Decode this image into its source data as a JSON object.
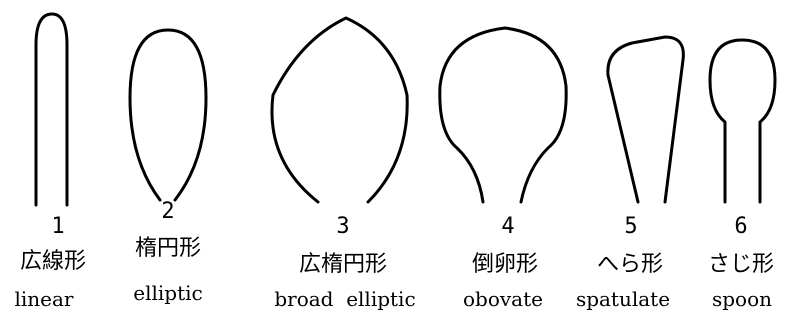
{
  "shapes": [
    {
      "number": "1",
      "japanese": "広線形",
      "english": "linear"
    },
    {
      "number": "2",
      "japanese": "楕円形",
      "english": "elliptic"
    },
    {
      "number": "3",
      "japanese": "広楕円形",
      "english": "broad  elliptic"
    },
    {
      "number": "4",
      "japanese": "倒卵形",
      "english": "obovate"
    },
    {
      "number": "5",
      "japanese": "へら形",
      "english": "spatulate"
    },
    {
      "number": "6",
      "japanese": "さじ形",
      "english": "spoon"
    }
  ]
}
